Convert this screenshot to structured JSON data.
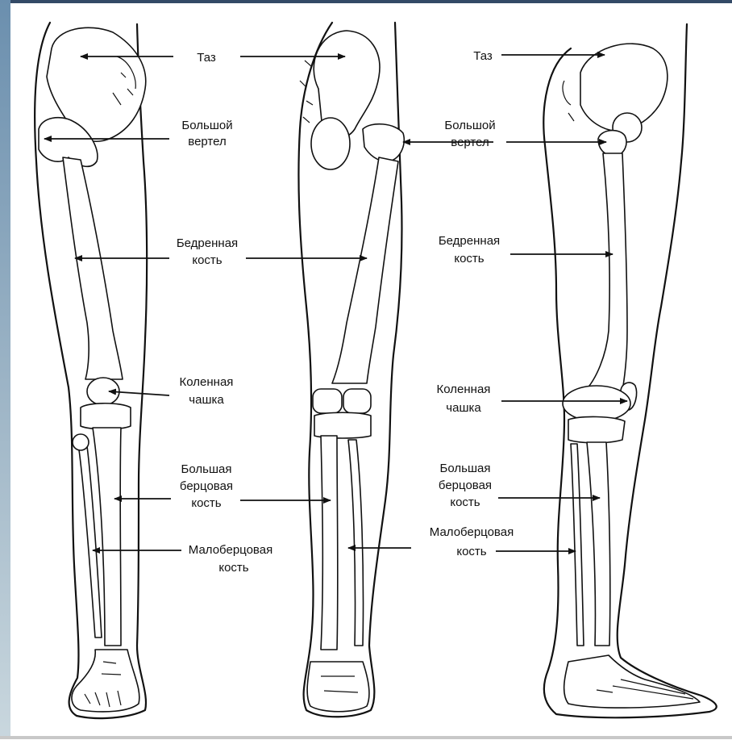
{
  "labels": {
    "pelvis": "Таз",
    "trochanter_1": "Большой",
    "trochanter_2": "вертел",
    "femur_1": "Бедренная",
    "femur_2": "кость",
    "patella_1": "Коленная",
    "patella_2": "чашка",
    "tibia_1": "Большая",
    "tibia_2": "берцовая",
    "tibia_3": "кость",
    "fibula_1": "Малоберцовая",
    "fibula_2": "кость"
  },
  "colors": {
    "frame_left": "#6b8fae",
    "frame_top": "#334a66",
    "line": "#111111",
    "background": "#ffffff"
  }
}
